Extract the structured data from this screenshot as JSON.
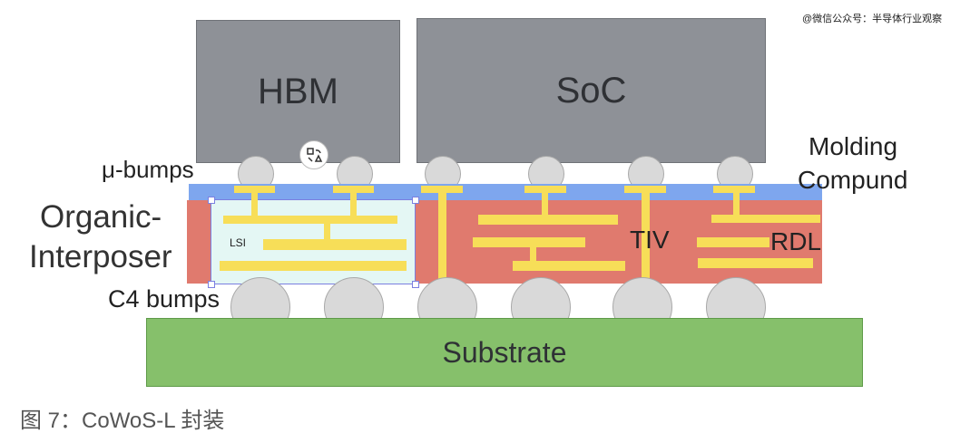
{
  "watermark": "@微信公众号：半导体行业观察",
  "dies": {
    "hbm": "HBM",
    "soc": "SoC"
  },
  "labels": {
    "ubumps": "μ-bumps",
    "interposer_line1": "Organic-",
    "interposer_line2": "Interposer",
    "c4": "C4 bumps",
    "molding_line1": "Molding",
    "molding_line2": "Compund",
    "lsi": "LSI",
    "tiv": "TIV",
    "rdl": "RDL",
    "substrate": "Substrate"
  },
  "caption": "图 7：CoWoS-L 封装",
  "colors": {
    "die": "#8e9197",
    "molding": "#7ea6ee",
    "interposer": "#e07a6e",
    "lsi": "#e4f7f4",
    "wiring": "#f7de58",
    "bump": "#d9d9d9",
    "substrate": "#86c06b"
  }
}
